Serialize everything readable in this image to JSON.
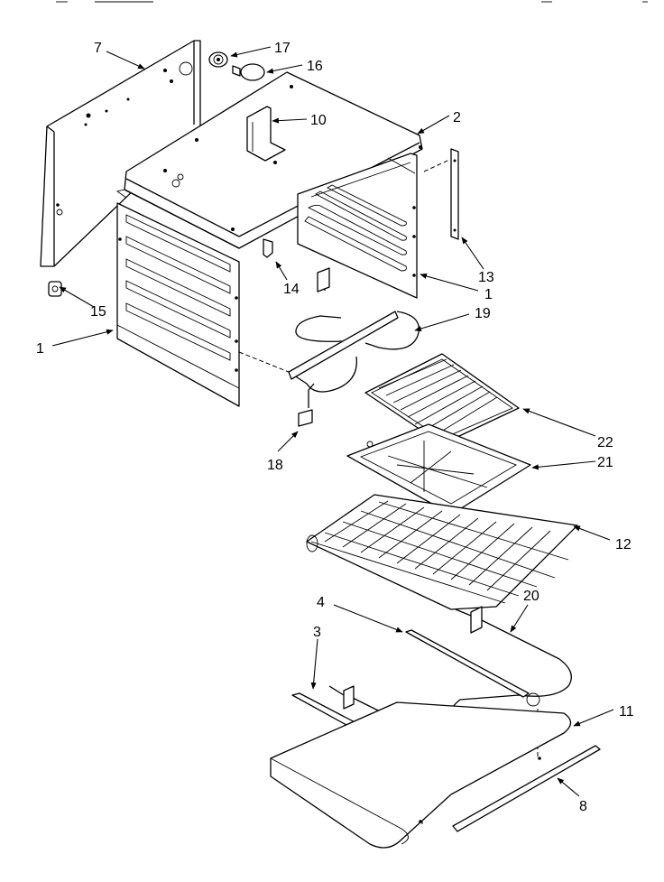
{
  "callouts": {
    "c1a": "1",
    "c1b": "1",
    "c2": "2",
    "c3": "3",
    "c4": "4",
    "c7": "7",
    "c8": "8",
    "c10": "10",
    "c11": "11",
    "c12": "12",
    "c13": "13",
    "c14": "14",
    "c15": "15",
    "c16": "16",
    "c17": "17",
    "c18": "18",
    "c19": "19",
    "c20": "20",
    "c21": "21",
    "c22": "22"
  }
}
